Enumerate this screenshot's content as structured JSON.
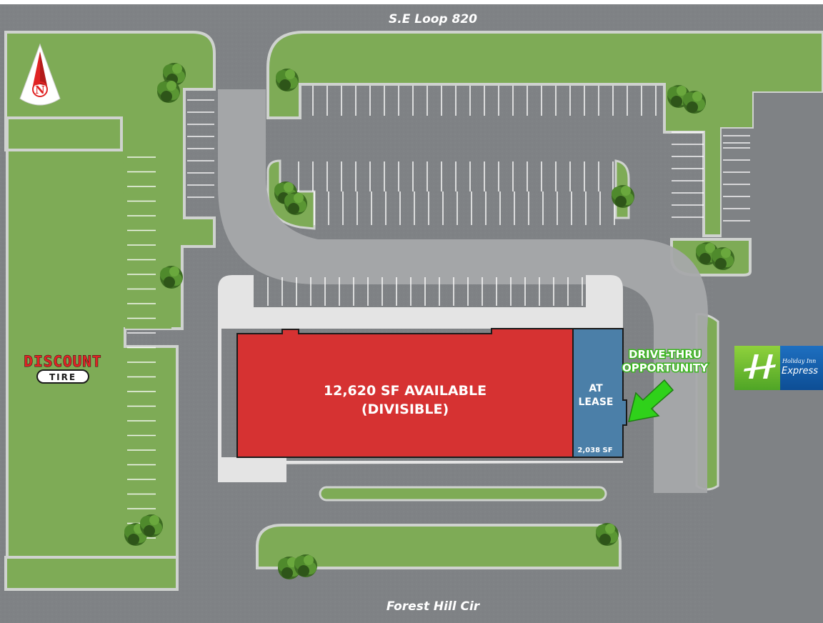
{
  "map": {
    "roads": {
      "north": "S.E Loop 820",
      "south": "Forest Hill Cir"
    },
    "compass": {
      "letter": "N",
      "icon": "north-arrow-icon"
    },
    "available_space": {
      "line1": "12,620 SF AVAILABLE",
      "line2": "(DIVISIBLE)",
      "color": "#d63232"
    },
    "at_lease": {
      "line1": "AT",
      "line2": "LEASE",
      "area": "2,038 SF",
      "color": "#4b7fa8"
    },
    "drive_thru": {
      "line1": "DRIVE-THRU",
      "line2": "OPPORTUNITY",
      "arrow_color": "#2fd11a",
      "icon": "arrow-icon"
    },
    "tenants": {
      "discount_tire": {
        "word": "DISCOUNT",
        "sub": "TIRE"
      },
      "holiday_inn": {
        "top": "Holiday Inn",
        "bottom": "Express",
        "icon": "holiday-inn-h-icon"
      }
    },
    "colors": {
      "asphalt": "#7d8083",
      "grass": "#7fae57",
      "curb": "#d9d9d9",
      "driveway": "#a6a8aa"
    }
  }
}
